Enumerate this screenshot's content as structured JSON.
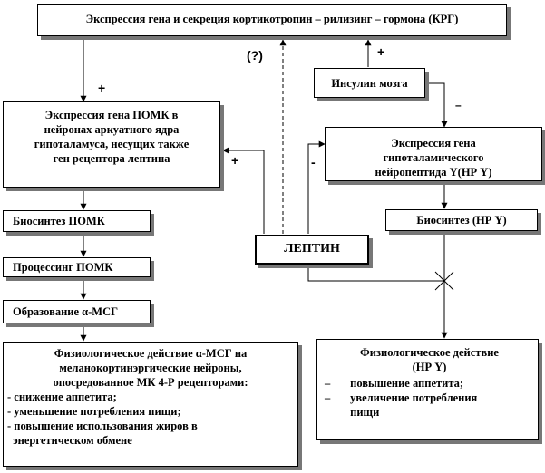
{
  "boxes": {
    "crh": {
      "text": "Экспрессия гена и секреция кортикотропин – рилизинг – гормона (КРГ)"
    },
    "brain_insulin": {
      "text": "Инсулин мозга"
    },
    "pomc_expr": {
      "lines": [
        "Экспрессия гена ПОМК в",
        "нейронах аркуатного ядра",
        "гипоталамуса, несущих также",
        "ген рецептора лептина"
      ]
    },
    "npy_expr": {
      "lines": [
        "Экспрессия гена",
        "гипоталамического",
        "нейропептида Y(НР Y)"
      ]
    },
    "pomc_biosynth": {
      "text": "Биосинтез ПОМК"
    },
    "npy_biosynth": {
      "text": "Биосинтез  (НР Y)"
    },
    "leptin": {
      "text": "ЛЕПТИН"
    },
    "pomc_processing": {
      "text": "Процессинг ПОМК"
    },
    "msh_formation": {
      "text": "Образование α-МСГ"
    },
    "msh_effect": {
      "title_lines": [
        "Физиологическое действие α-МСГ на",
        "меланокортинэргические нейроны,",
        "опосредованное МК 4-Р рецепторами:"
      ],
      "items": [
        "- снижение аппетита;",
        "- уменьшение потребления пищи;",
        "- повышение использования жиров в",
        "  энергетическом обмене"
      ]
    },
    "npy_effect": {
      "title_lines": [
        "Физиологическое действие",
        "(НР Y)"
      ],
      "items": [
        "–       повышение аппетита;",
        "–       увеличение потребления",
        "         пищи"
      ]
    }
  },
  "signs": {
    "plus_pomc_top": "+",
    "plus_pomc_side": "+",
    "question": "(?)",
    "plus_insulin_crh": "+",
    "minus_insulin_npy": "–",
    "minus_leptin_npy": "-"
  }
}
